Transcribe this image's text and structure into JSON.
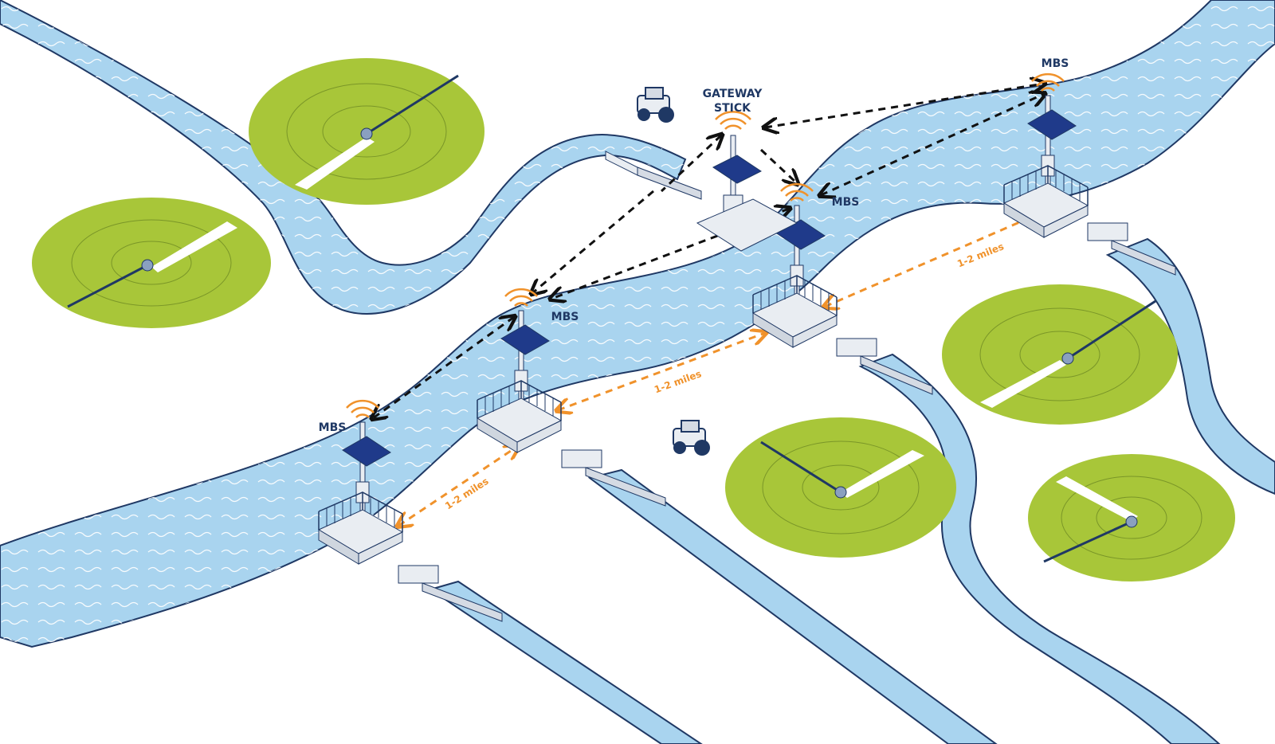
{
  "labels": {
    "gateway_line1": "GATEWAY",
    "gateway_line2": "STICK",
    "mbs": "MBS",
    "distance": "1-2 miles"
  },
  "colors": {
    "water": "#a9d4ef",
    "water_outline": "#1f3864",
    "wave": "#ffffff",
    "field": "#a8c639",
    "field_ring": "#7a9628",
    "radio": "#f0922b",
    "link_black": "#111111",
    "link_orange": "#f0922b",
    "panel": "#1f3a8a",
    "structure": "#e9edf2"
  },
  "icons": {
    "station": "monitoring-station-icon",
    "gateway": "gateway-stick-icon",
    "tractor": "tractor-icon",
    "pivot": "center-pivot-irrigator-icon",
    "gate": "canal-gate-icon"
  }
}
